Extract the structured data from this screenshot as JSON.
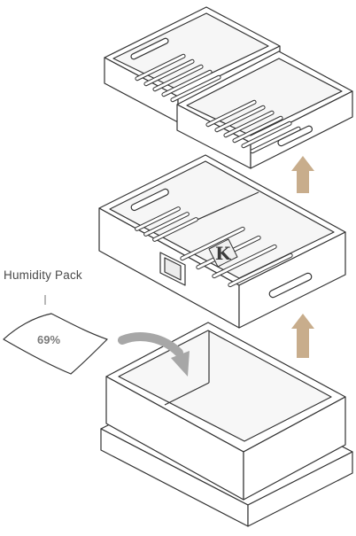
{
  "humidity_pack": {
    "label": "Humidity Pack",
    "percent": "69%"
  },
  "colors": {
    "outline": "#333333",
    "arrow_up": "#c8ad8c",
    "arrow_curve": "#a7a7a7",
    "background": "#ffffff"
  },
  "logo": {
    "letter": "K"
  },
  "icons": [
    "arrow-up-icon",
    "curved-arrow-icon"
  ]
}
